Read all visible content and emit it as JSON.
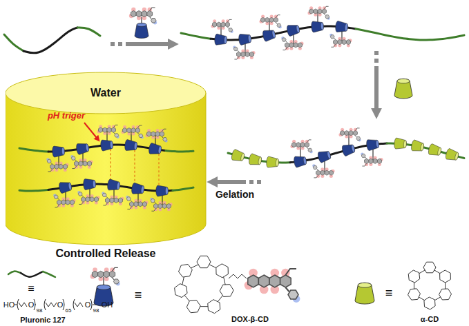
{
  "diagram": {
    "nodes": [
      {
        "text": [
          "Water",
          "Controlled Release"
        ]
      }
    ],
    "labels": [
      "pH triger",
      "Gelation",
      "HO",
      "O",
      "98",
      "O",
      "65",
      "O",
      "98",
      "OH",
      "≡",
      "Pluronic 127",
      "≡",
      "DOX-β-CD",
      "≡",
      "α-CD"
    ]
  }
}
